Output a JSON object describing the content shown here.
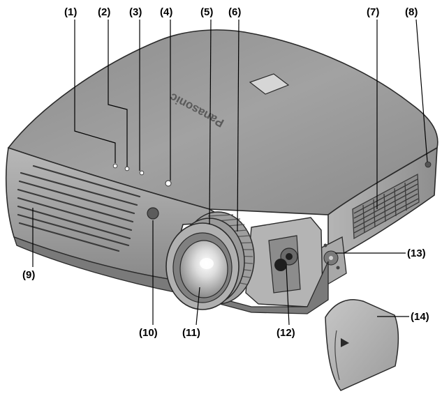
{
  "callouts": {
    "c1": "(1)",
    "c2": "(2)",
    "c3": "(3)",
    "c4": "(4)",
    "c5": "(5)",
    "c6": "(6)",
    "c7": "(7)",
    "c8": "(8)",
    "c9": "(9)",
    "c10": "(10)",
    "c11": "(11)",
    "c12": "(12)",
    "c13": "(13)",
    "c14": "(14)"
  },
  "brand": "Panasonic",
  "colors": {
    "body": "#9a9a9a",
    "body_light": "#c4c4c4",
    "body_dark": "#6e6e6e",
    "outline": "#2a2a2a",
    "lens_glass": "#e6e6e6"
  }
}
